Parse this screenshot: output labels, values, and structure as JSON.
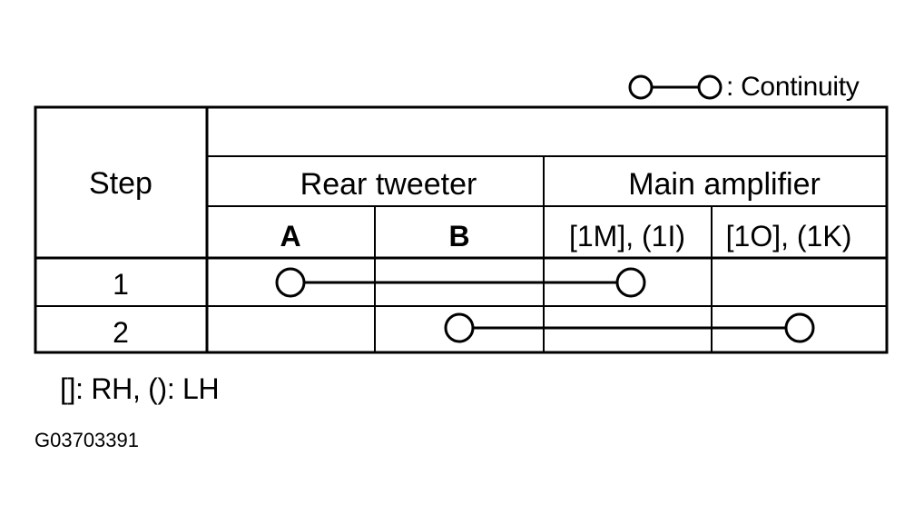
{
  "legend": {
    "symbol_icon": "continuity-line-icon",
    "label": ": Continuity"
  },
  "table": {
    "step_header": "Step",
    "group_headers": [
      "Rear tweeter",
      "Main amplifier"
    ],
    "column_headers": [
      "A",
      "B",
      "[1M], (1I)",
      "[1O], (1K)"
    ],
    "rows": [
      {
        "step": "1",
        "continuity": [
          "A",
          "[1M], (1I)"
        ]
      },
      {
        "step": "2",
        "continuity": [
          "B",
          "[1O], (1K)"
        ]
      }
    ]
  },
  "footnote": "[]: RH, (): LH",
  "figure_code": "G03703391"
}
